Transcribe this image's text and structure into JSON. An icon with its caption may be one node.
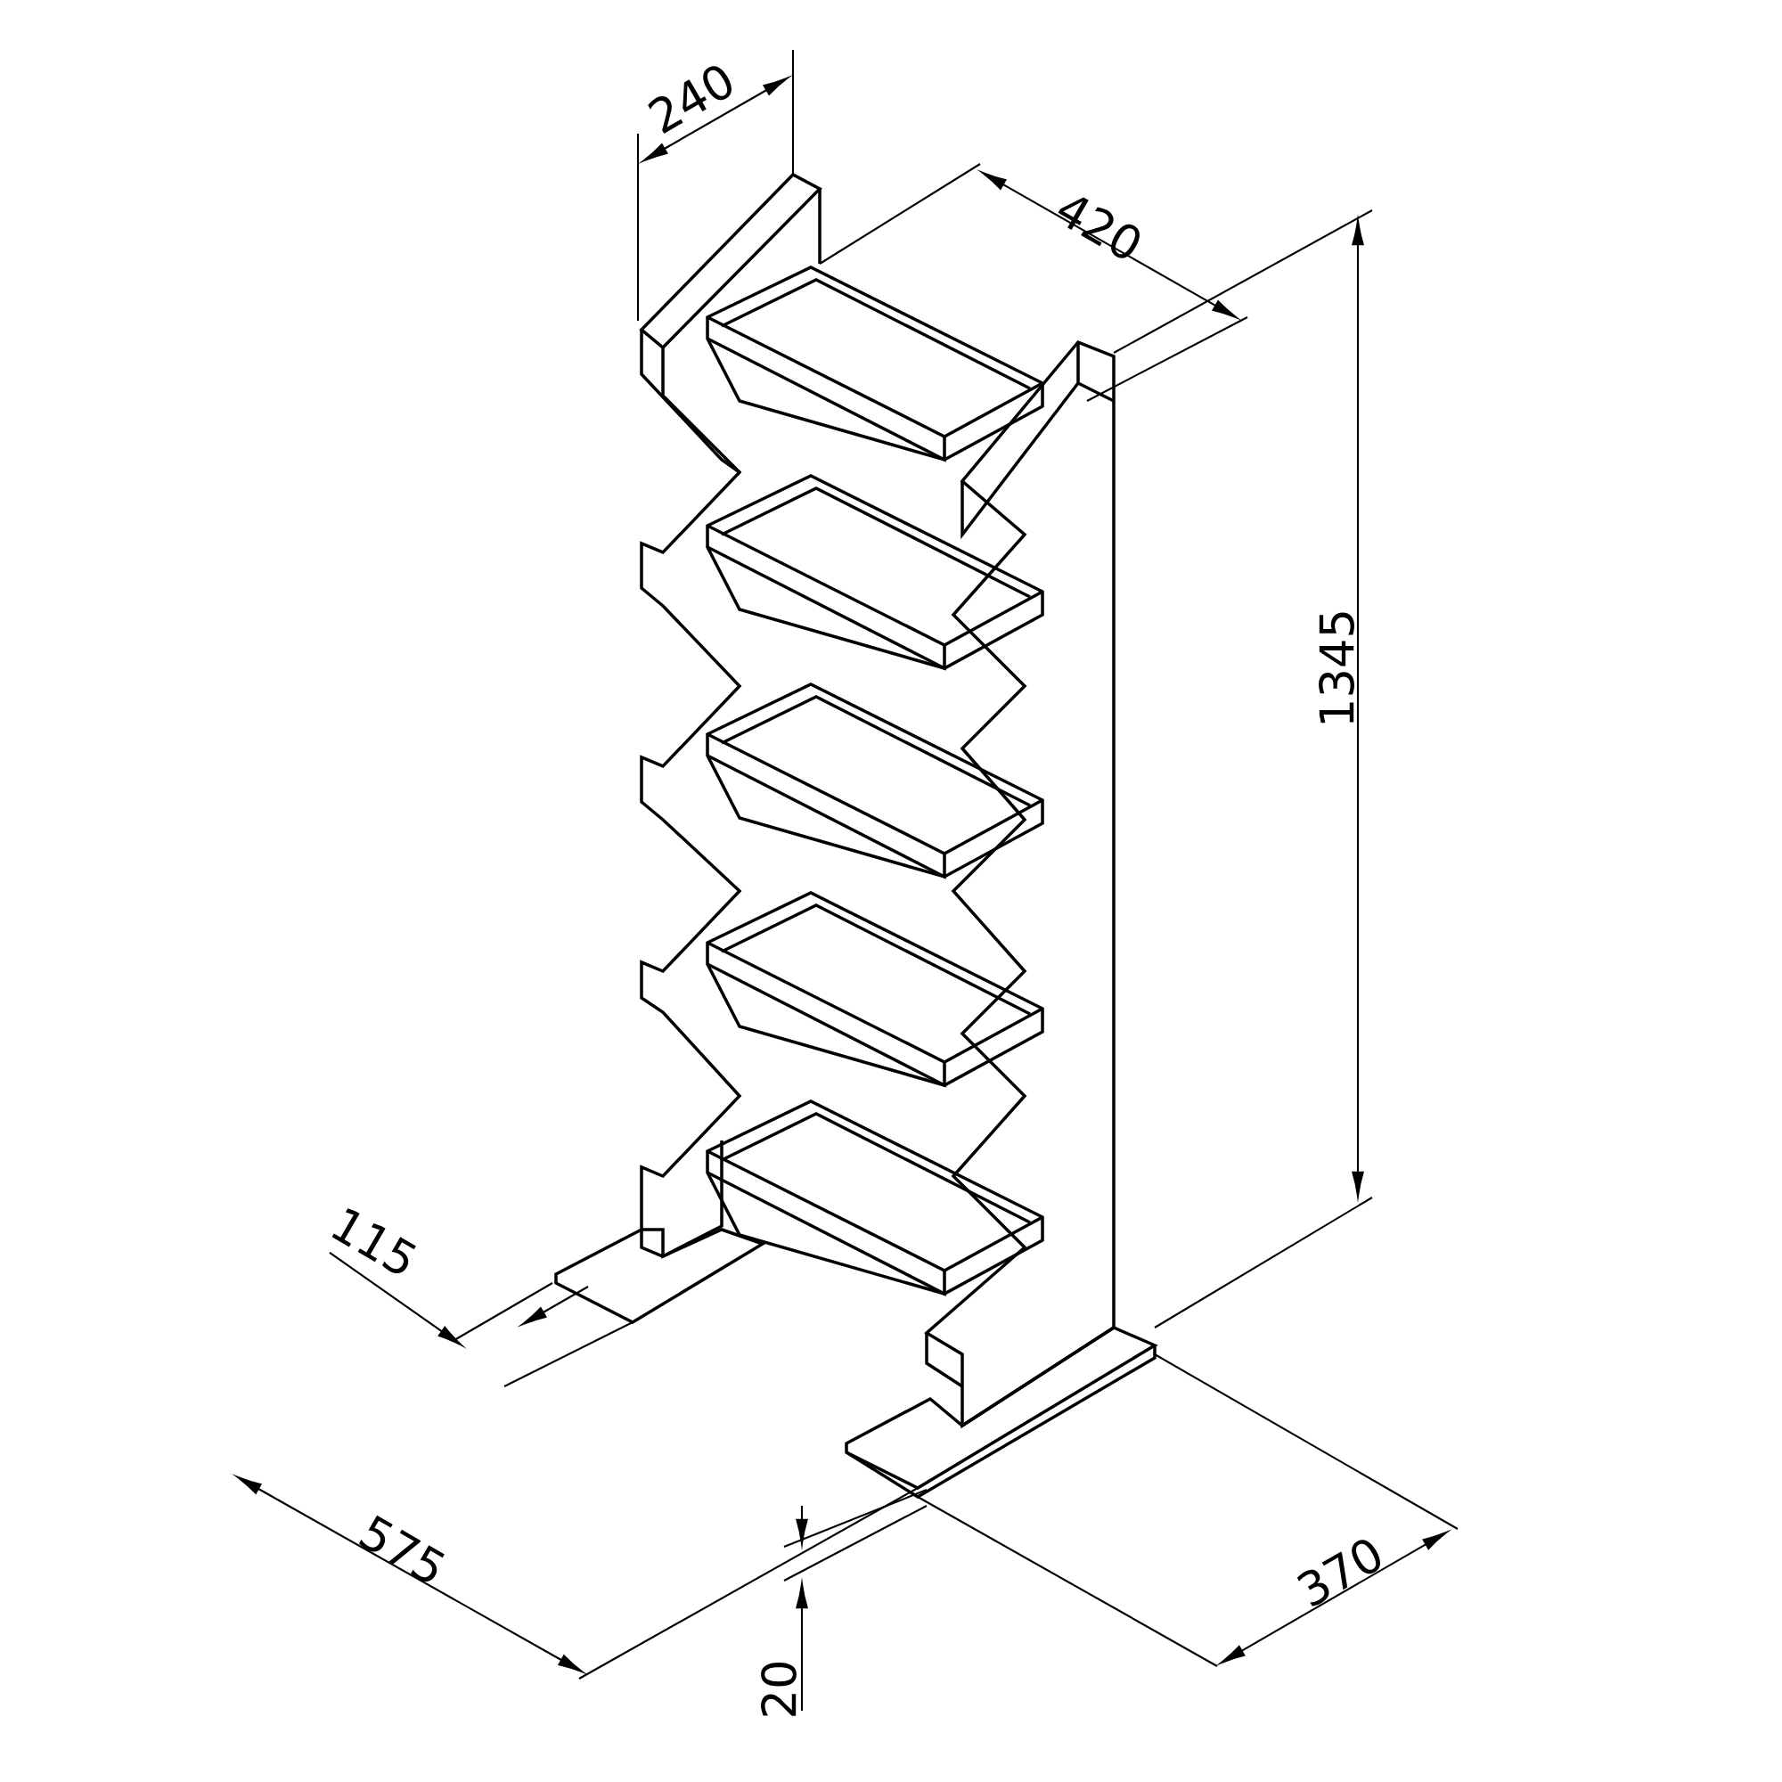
{
  "diagram": {
    "labels": [
      "240",
      "420",
      "1345",
      "115",
      "575",
      "20",
      "370"
    ]
  }
}
